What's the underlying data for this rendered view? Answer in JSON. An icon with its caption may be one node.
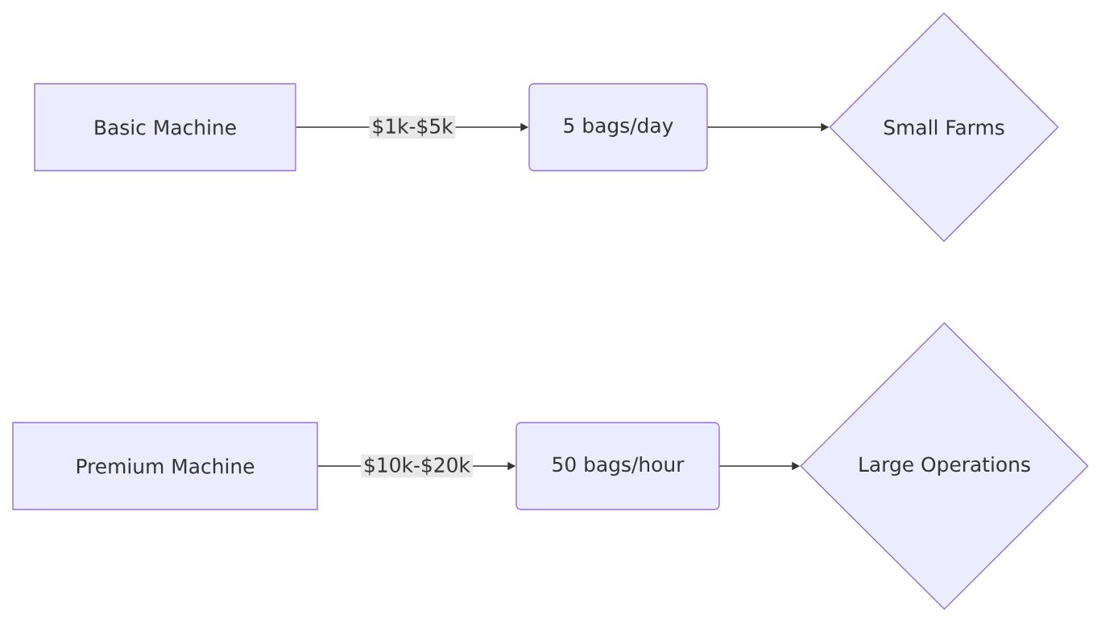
{
  "diagram": {
    "nodes": [
      {
        "text": [
          "Basic Machine"
        ]
      },
      {
        "text": [
          "5 bags/day"
        ]
      },
      {
        "text": [
          "Small Farms"
        ]
      },
      {
        "text": [
          "Premium Machine"
        ]
      },
      {
        "text": [
          "50 bags/hour"
        ]
      },
      {
        "text": [
          "Large Operations"
        ]
      }
    ],
    "edges": [
      {
        "from": 0,
        "to": 1,
        "arrow": "to",
        "label": "$1k-$5k"
      },
      {
        "from": 1,
        "to": 2,
        "arrow": "to"
      },
      {
        "from": 3,
        "to": 4,
        "arrow": "to",
        "label": "$10k-$20k"
      },
      {
        "from": 4,
        "to": 5,
        "arrow": "to"
      }
    ]
  }
}
